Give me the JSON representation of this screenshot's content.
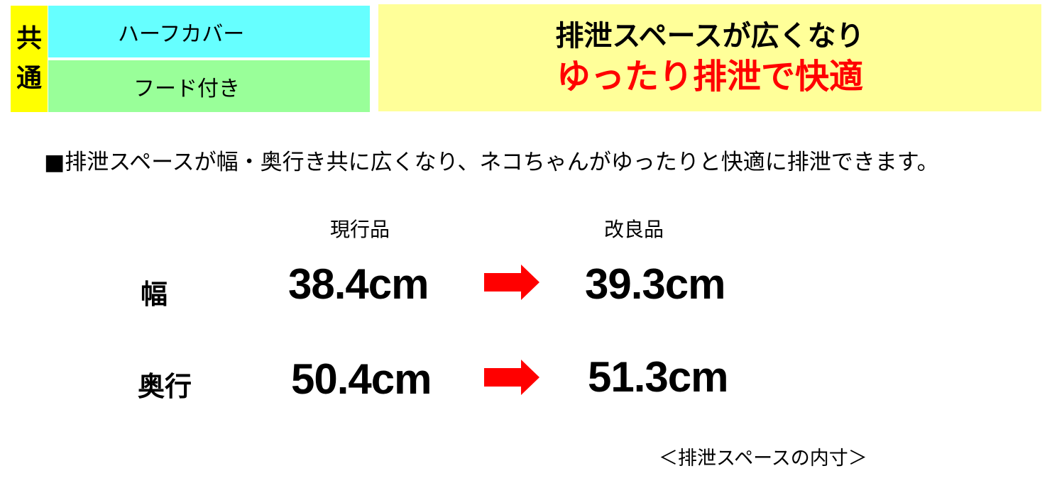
{
  "badge": {
    "common_chars": [
      "共",
      "通"
    ]
  },
  "features": [
    "ハーフカバー",
    "フード付き"
  ],
  "headline": {
    "line1": "排泄スペースが広くなり",
    "line2": "ゆったり排泄で快適",
    "line2_color": "#ff0000"
  },
  "description": "■排泄スペースが幅・奥行き共に広くなり、ネコちゃんがゆったりと快適に排泄できます。",
  "comparison": {
    "columns": [
      "現行品",
      "改良品"
    ],
    "rows": [
      {
        "label": "幅",
        "current": "38.4cm",
        "improved": "39.3cm"
      },
      {
        "label": "奥行",
        "current": "50.4cm",
        "improved": "51.3cm"
      }
    ],
    "arrow_color": "#ff0000"
  },
  "footnote": "＜排泄スペースの内寸＞"
}
